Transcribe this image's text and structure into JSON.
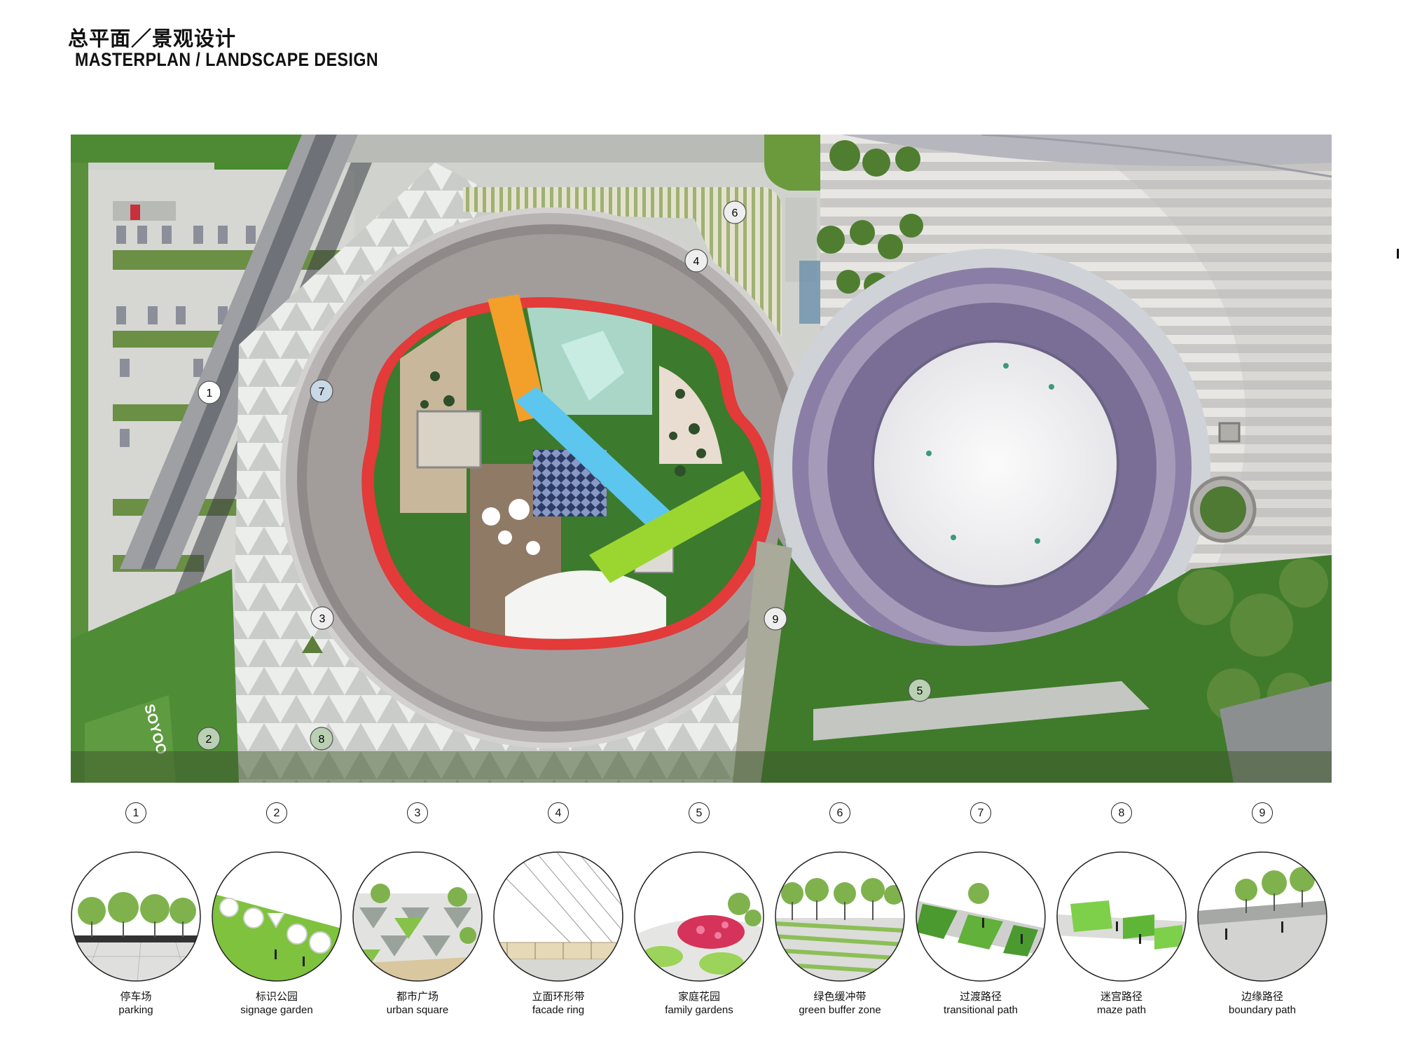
{
  "title": {
    "cn": "总平面／景观设计",
    "en": "MASTERPLAN / LANDSCAPE DESIGN"
  },
  "plan_markers": [
    "1",
    "2",
    "3",
    "4",
    "5",
    "6",
    "7",
    "8",
    "9"
  ],
  "signage_text": "SOYOO",
  "legend": [
    {
      "num": "1",
      "cn": "停车场",
      "en": "parking",
      "icon": "parking-trees-icon"
    },
    {
      "num": "2",
      "cn": "标识公园",
      "en": "signage garden",
      "icon": "soyoo-letters-icon"
    },
    {
      "num": "3",
      "cn": "都市广场",
      "en": "urban square",
      "icon": "triangle-paving-icon"
    },
    {
      "num": "4",
      "cn": "立面环形带",
      "en": "facade ring",
      "icon": "facade-ring-icon"
    },
    {
      "num": "5",
      "cn": "家庭花园",
      "en": "family gardens",
      "icon": "round-gardens-icon"
    },
    {
      "num": "6",
      "cn": "绿色缓冲带",
      "en": "green buffer zone",
      "icon": "striped-lawn-icon"
    },
    {
      "num": "7",
      "cn": "过渡路径",
      "en": "transitional path",
      "icon": "green-path-icon"
    },
    {
      "num": "8",
      "cn": "迷宫路径",
      "en": "maze path",
      "icon": "maze-blocks-icon"
    },
    {
      "num": "9",
      "cn": "边缘路径",
      "en": "boundary path",
      "icon": "boundary-walk-icon"
    }
  ],
  "colors": {
    "lawn": "#3f7a2c",
    "plaza": "#d9dbd8",
    "red_ring": "#e03535",
    "roof_purple": "#7e6f9a",
    "orange_bridge": "#f3a32a",
    "blue_bridge": "#5cc7ef",
    "lime_bridge": "#9bd630"
  }
}
